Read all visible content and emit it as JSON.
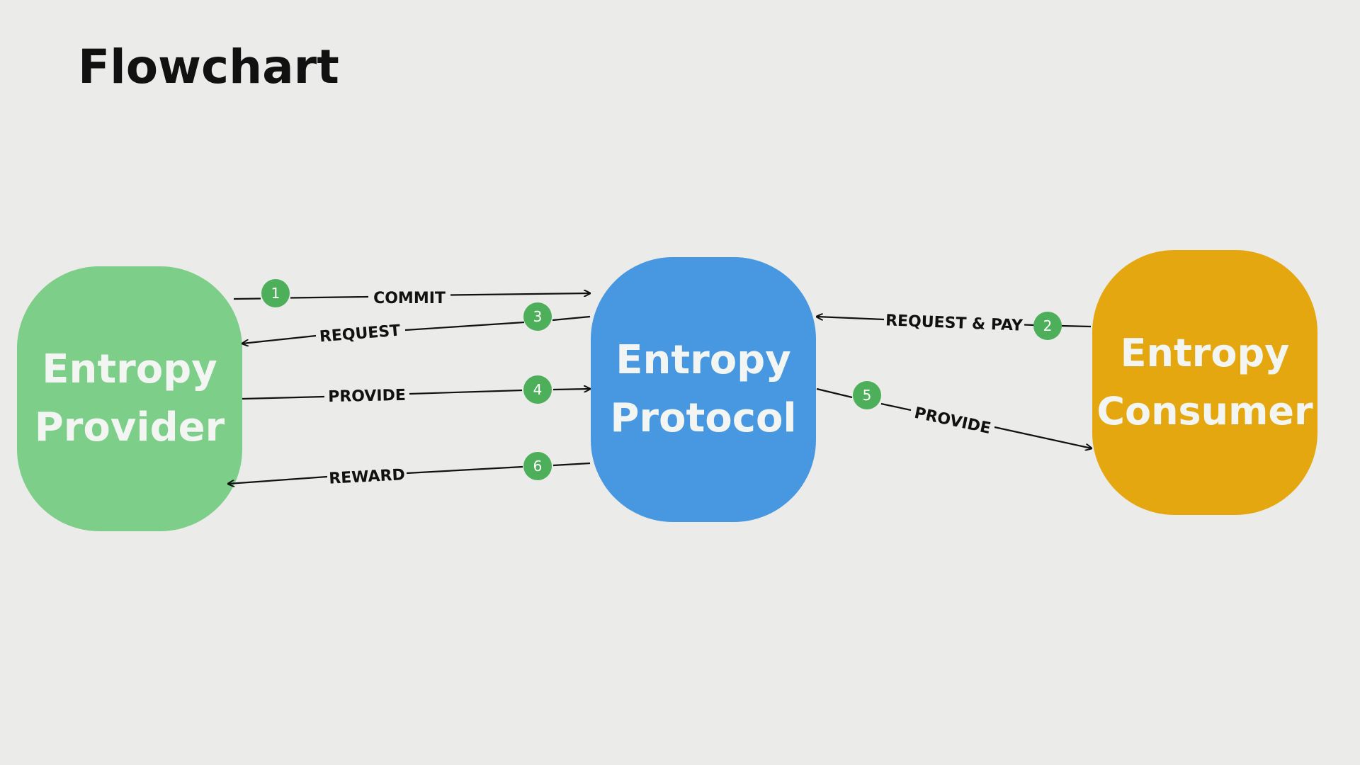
{
  "title": "Flowchart",
  "colors": {
    "background": "#EBEBE9",
    "provider": "#7DCE89",
    "protocol": "#4798E0",
    "consumer": "#E5A710",
    "step_badge": "#4EAF5A",
    "arrow": "#111111"
  },
  "nodes": [
    {
      "id": "provider",
      "lines": [
        "Entropy",
        "Provider"
      ]
    },
    {
      "id": "protocol",
      "lines": [
        "Entropy",
        "Protocol"
      ]
    },
    {
      "id": "consumer",
      "lines": [
        "Entropy",
        "Consumer"
      ]
    }
  ],
  "edges": [
    {
      "step": "1",
      "label": "COMMIT",
      "from": "provider",
      "to": "protocol"
    },
    {
      "step": "2",
      "label": "REQUEST & PAY",
      "from": "consumer",
      "to": "protocol"
    },
    {
      "step": "3",
      "label": "REQUEST",
      "from": "protocol",
      "to": "provider"
    },
    {
      "step": "4",
      "label": "PROVIDE",
      "from": "provider",
      "to": "protocol"
    },
    {
      "step": "5",
      "label": "PROVIDE",
      "from": "protocol",
      "to": "consumer"
    },
    {
      "step": "6",
      "label": "REWARD",
      "from": "protocol",
      "to": "provider"
    }
  ]
}
